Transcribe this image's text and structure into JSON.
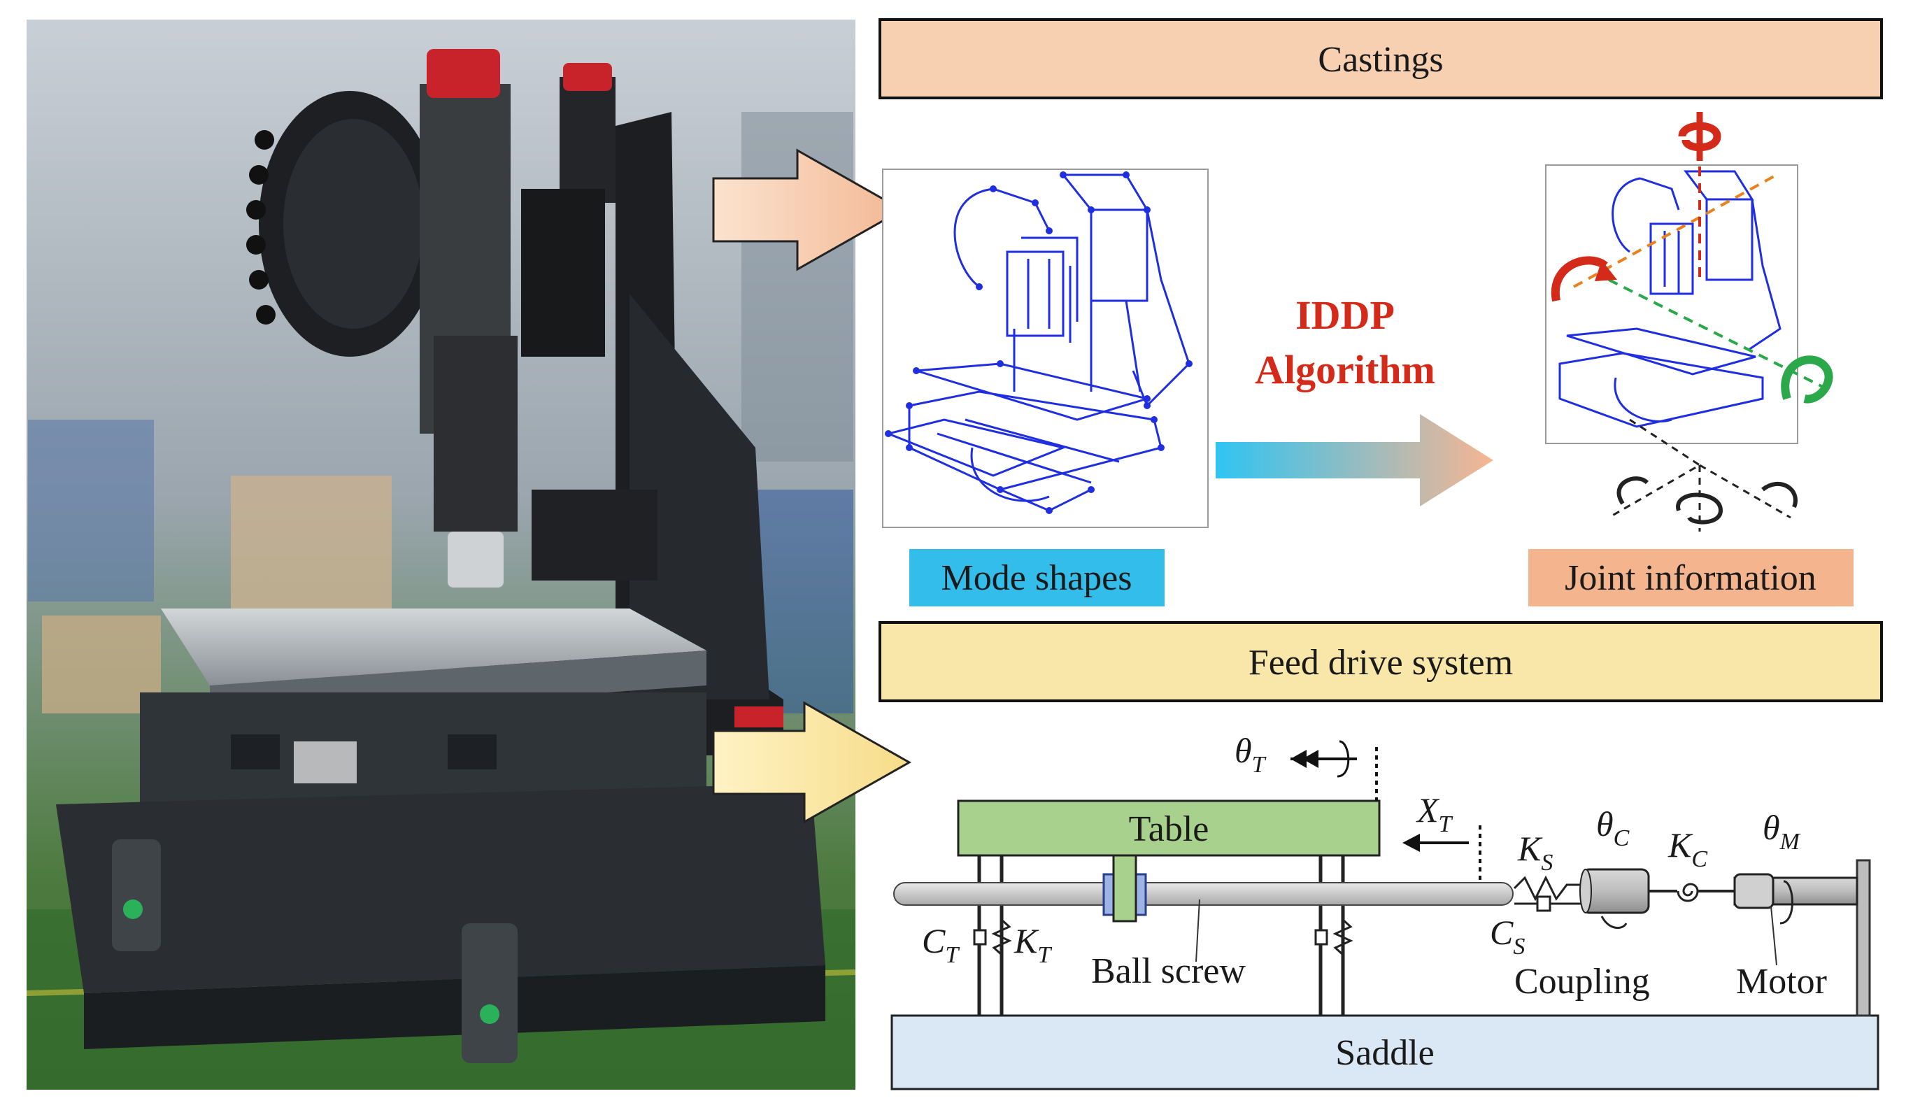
{
  "castings": {
    "title": "Castings"
  },
  "mode_shapes": {
    "label": "Mode shapes"
  },
  "joint_information": {
    "label": "Joint information"
  },
  "algorithm": {
    "line1": "IDDP",
    "line2": "Algorithm"
  },
  "feed_drive": {
    "title": "Feed drive system",
    "table_label": "Table",
    "saddle_label": "Saddle",
    "ball_screw_label": "Ball screw",
    "coupling_label": "Coupling",
    "motor_label": "Motor",
    "symbols": {
      "theta_t": {
        "base": "θ",
        "sub": "T"
      },
      "x_t": {
        "base": "X",
        "sub": "T"
      },
      "k_s": {
        "base": "K",
        "sub": "S"
      },
      "theta_c": {
        "base": "θ",
        "sub": "C"
      },
      "k_c": {
        "base": "K",
        "sub": "C"
      },
      "theta_m": {
        "base": "θ",
        "sub": "M"
      },
      "c_t": {
        "base": "C",
        "sub": "T"
      },
      "k_t": {
        "base": "K",
        "sub": "T"
      },
      "c_s": {
        "base": "C",
        "sub": "S"
      }
    }
  },
  "colors": {
    "castings_box": "#f7cfb1",
    "feed_box": "#f8e7a8",
    "mode_shapes_box": "#33bdea",
    "joint_box": "#f4b48d",
    "table_fill": "#a9d18e",
    "saddle_fill": "#dae8f5",
    "wireframe": "#1f2ee0",
    "algo_text": "#d42a1a"
  }
}
